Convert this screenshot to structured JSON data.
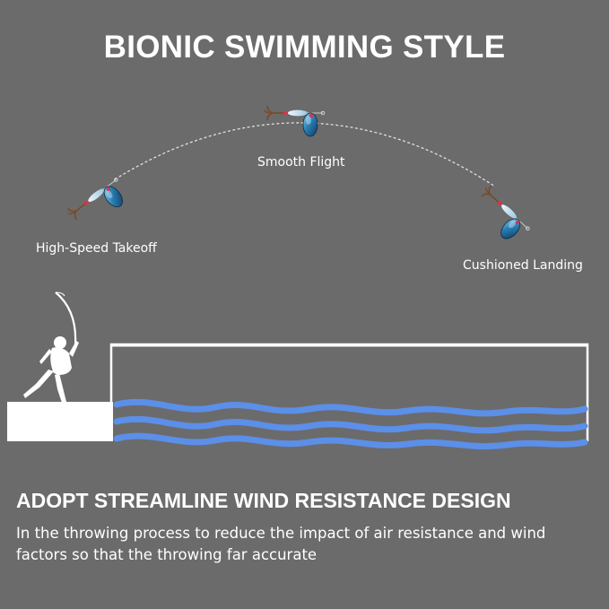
{
  "title": "BIONIC SWIMMING STYLE",
  "labels": {
    "takeoff": "High-Speed Takeoff",
    "flight": "Smooth Flight",
    "landing": "Cushioned Landing"
  },
  "heading": "ADOPT STREAMLINE WIND RESISTANCE DESIGN",
  "description": "In the throwing process to reduce the impact of air resistance and wind factors so that the throwing far accurate",
  "icons": [
    "fisherman-silhouette-icon",
    "spinner-lure-icon",
    "water-waves-icon"
  ],
  "colors": {
    "background": "#6b6b6b",
    "text": "#ffffff",
    "water": "#5b8fe8",
    "lure_body": "#cfe4f2",
    "lure_blade": "#1f6a99",
    "lure_accent": "#d8344a"
  }
}
